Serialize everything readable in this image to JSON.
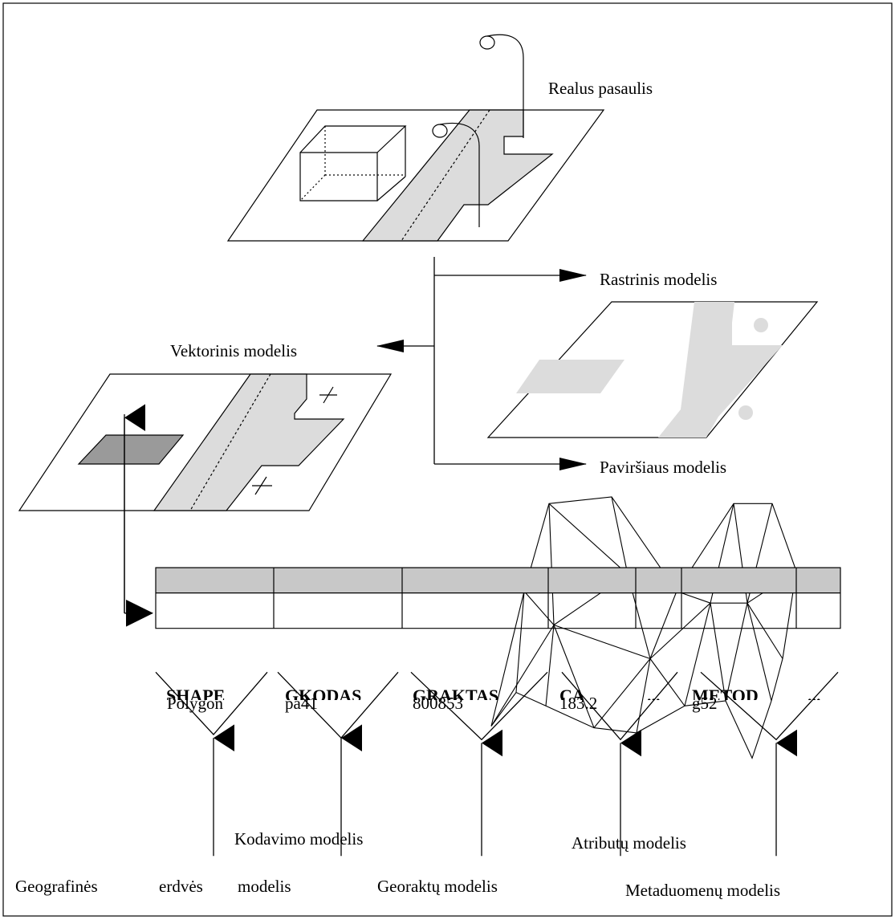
{
  "labels": {
    "real_world": "Realus pasaulis",
    "raster_model": "Rastrinis modelis",
    "vector_model": "Vektorinis modelis",
    "surface_model": "Paviršiaus modelis",
    "coding_model": "Kodavimo modelis",
    "attribute_model": "Atributų modelis",
    "geo_space_model_1": "Geografinės",
    "geo_space_model_2": "erdvės",
    "geo_space_model_3": "modelis",
    "georaktu_model": "Georaktų modelis",
    "metadata_model": "Metaduomenų modelis"
  },
  "table": {
    "headers": [
      "SHAPE",
      "GKODAS",
      "GRAKTAS",
      "CA",
      "...",
      "METOD",
      "..."
    ],
    "row": [
      "Polygon",
      "pa41",
      "800853",
      "183.2",
      "",
      "g52",
      ""
    ]
  },
  "colors": {
    "line": "#000000",
    "light_fill": "#dcdcdc",
    "dark_fill": "#9a9a9a",
    "background": "#ffffff"
  }
}
